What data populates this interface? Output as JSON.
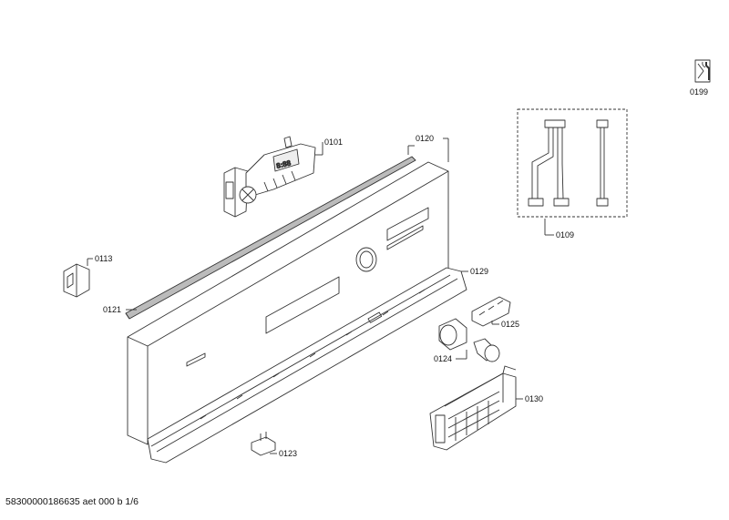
{
  "diagram": {
    "service_icon": {
      "icon": "wrench-service-icon",
      "label": "0199"
    },
    "parts": {
      "p0101": "0101",
      "p0120": "0120",
      "p0109": "0109",
      "p0113": "0113",
      "p0121": "0121",
      "p0129": "0129",
      "p0125": "0125",
      "p0124": "0124",
      "p0130": "0130",
      "p0123": "0123"
    }
  },
  "footer": {
    "document_id": "58300000186635 aet 000 b 1/6"
  }
}
